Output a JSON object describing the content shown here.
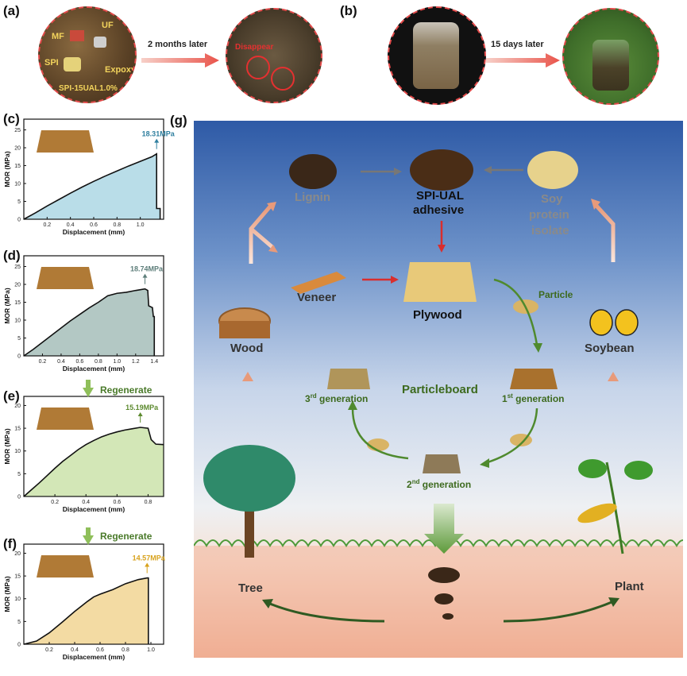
{
  "panels": {
    "a": {
      "label": "(a)",
      "arrow_text": "2 months later",
      "photo1_labels": [
        "MF",
        "UF",
        "SPI",
        "Expoxy",
        "SPI-15UAL1.0%"
      ],
      "photo2_label": "Disappear"
    },
    "b": {
      "label": "(b)",
      "arrow_text": "15 days later"
    },
    "c": {
      "label": "(c)"
    },
    "d": {
      "label": "(d)"
    },
    "e": {
      "label": "(e)"
    },
    "f": {
      "label": "(f)"
    },
    "g": {
      "label": "(g)"
    }
  },
  "regenerate": "Regenerate",
  "chart_data": [
    {
      "type": "line",
      "panel": "c",
      "xlabel": "Displacement (mm)",
      "ylabel": "MOR (MPa)",
      "xticks": [
        "0.2",
        "0.4",
        "0.6",
        "0.8",
        "1.0"
      ],
      "yticks": [
        "0",
        "5",
        "10",
        "15",
        "20",
        "25"
      ],
      "xlim": [
        0,
        1.2
      ],
      "ylim": [
        0,
        28
      ],
      "x": [
        0,
        0.1,
        0.2,
        0.3,
        0.4,
        0.5,
        0.6,
        0.7,
        0.8,
        0.9,
        1.0,
        1.1,
        1.14,
        1.14,
        1.17,
        1.17
      ],
      "y": [
        0,
        1.8,
        3.7,
        5.5,
        7.3,
        9.0,
        10.6,
        12.1,
        13.5,
        14.9,
        16.2,
        17.5,
        18.3,
        3.0,
        3.0,
        0
      ],
      "peak_label": "18.31MPa",
      "peak_color": "#2f7f9f",
      "fill": "#b9dde8"
    },
    {
      "type": "line",
      "panel": "d",
      "xlabel": "Displacement (mm)",
      "ylabel": "MOR (MPa)",
      "xticks": [
        "0.2",
        "0.4",
        "0.6",
        "0.8",
        "1.0",
        "1.2",
        "1.4"
      ],
      "yticks": [
        "0",
        "5",
        "10",
        "15",
        "20",
        "25"
      ],
      "xlim": [
        0,
        1.5
      ],
      "ylim": [
        0,
        28
      ],
      "x": [
        0,
        0.1,
        0.2,
        0.3,
        0.4,
        0.5,
        0.6,
        0.7,
        0.8,
        0.9,
        1.0,
        1.1,
        1.2,
        1.3,
        1.33,
        1.34,
        1.38,
        1.39,
        1.4,
        1.4
      ],
      "y": [
        0,
        1.8,
        3.8,
        5.8,
        7.8,
        9.8,
        11.6,
        13.4,
        15.0,
        16.8,
        17.5,
        17.8,
        18.3,
        18.74,
        18.3,
        14.0,
        13.5,
        11.0,
        11.0,
        0
      ],
      "peak_label": "18.74MPa",
      "peak_color": "#5d7e7a",
      "fill": "#b3c8c4"
    },
    {
      "type": "line",
      "panel": "e",
      "xlabel": "Displacement (mm)",
      "ylabel": "MOR (MPa)",
      "xticks": [
        "0.2",
        "0.4",
        "0.6",
        "0.8"
      ],
      "yticks": [
        "0",
        "5",
        "10",
        "15",
        "20"
      ],
      "xlim": [
        0,
        0.9
      ],
      "ylim": [
        0,
        22
      ],
      "x": [
        0,
        0.05,
        0.1,
        0.15,
        0.2,
        0.25,
        0.3,
        0.35,
        0.4,
        0.45,
        0.5,
        0.55,
        0.6,
        0.65,
        0.7,
        0.75,
        0.8,
        0.82,
        0.85,
        0.9
      ],
      "y": [
        0,
        1.5,
        3.0,
        4.6,
        6.2,
        7.7,
        9.0,
        10.3,
        11.4,
        12.3,
        13.1,
        13.7,
        14.2,
        14.6,
        14.9,
        15.19,
        15.0,
        12.5,
        11.5,
        11.4
      ],
      "peak_label": "15.19MPa",
      "peak_color": "#5c8a2e",
      "fill": "#d3e7b7"
    },
    {
      "type": "line",
      "panel": "f",
      "xlabel": "Displacement (mm)",
      "ylabel": "MOR (MPa)",
      "xticks": [
        "0.2",
        "0.4",
        "0.6",
        "0.8",
        "1.0"
      ],
      "yticks": [
        "0",
        "5",
        "10",
        "15",
        "20"
      ],
      "xlim": [
        0,
        1.1
      ],
      "ylim": [
        0,
        22
      ],
      "x": [
        0,
        0.1,
        0.2,
        0.3,
        0.4,
        0.5,
        0.55,
        0.6,
        0.7,
        0.8,
        0.9,
        0.97,
        0.98,
        0.98
      ],
      "y": [
        0,
        0.7,
        2.5,
        4.8,
        7.2,
        9.4,
        10.4,
        11.0,
        12.0,
        13.3,
        14.2,
        14.57,
        14.57,
        0
      ],
      "peak_label": "14.57MPa",
      "peak_color": "#d8a21c",
      "fill": "#f3dba3"
    }
  ],
  "cycle": {
    "lignin": "Lignin",
    "spi_ual": "SPI-UAL",
    "adhesive": "adhesive",
    "soy": "Soy",
    "protein": "protein",
    "isolate": "isolate",
    "veneer": "Veneer",
    "plywood": "Plywood",
    "particle": "Particle",
    "wood": "Wood",
    "soybean": "Soybean",
    "particleboard": "Particleboard",
    "gen1_sup": "st",
    "gen1_num": "1",
    "gen2_sup": "nd",
    "gen2_num": "2",
    "gen3_sup": "rd",
    "gen3_num": "3",
    "generation": " generation",
    "tree": "Tree",
    "plant": "Plant"
  }
}
